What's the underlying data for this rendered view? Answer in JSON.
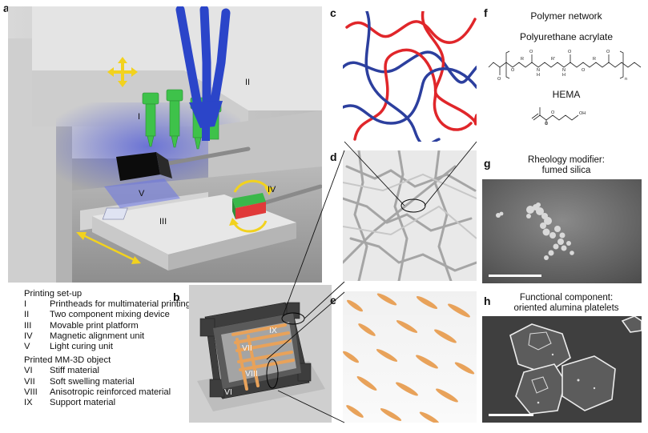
{
  "panels": {
    "a": "a",
    "b": "b",
    "c": "c",
    "d": "d",
    "e": "e",
    "f": "f",
    "g": "g",
    "h": "h"
  },
  "device_labels": {
    "I": "I",
    "II": "II",
    "III": "III",
    "IV": "IV",
    "V": "V"
  },
  "object_labels": {
    "VI": "VI",
    "VII": "VII",
    "VIII": "VIII",
    "IX": "IX"
  },
  "legend": {
    "setup_title": "Printing set-up",
    "setup_items": [
      {
        "num": "I",
        "text": "Printheads for multimaterial printing"
      },
      {
        "num": "II",
        "text": "Two component mixing device"
      },
      {
        "num": "III",
        "text": "Movable print platform"
      },
      {
        "num": "IV",
        "text": "Magnetic alignment unit"
      },
      {
        "num": "V",
        "text": "Light curing unit"
      }
    ],
    "object_title": "Printed MM-3D object",
    "object_items": [
      {
        "num": "VI",
        "text": "Stiff material"
      },
      {
        "num": "VII",
        "text": "Soft swelling material"
      },
      {
        "num": "VIII",
        "text": "Anisotropic reinforced material"
      },
      {
        "num": "IX",
        "text": "Support material"
      }
    ]
  },
  "chem": {
    "title": "Polymer network",
    "pua": "Polyurethane acrylate",
    "hema": "HEMA",
    "atoms": {
      "O": "O",
      "R": "R",
      "N": "N",
      "H": "H",
      "n": "n",
      "OH": "OH",
      "Rp": "R'"
    }
  },
  "captions": {
    "g_line1": "Rheology modifier:",
    "g_line2": "fumed silica",
    "h_line1": "Functional component:",
    "h_line2": "oriented alumina platelets"
  },
  "colors": {
    "red_polymer": "#e0262a",
    "blue_polymer": "#2c3f9e",
    "orange_platelet": "#e8a25a",
    "printhead_blue": "#2b45c9",
    "printhead_green": "#3ec24a",
    "magnet_red": "#e03a3a",
    "magnet_green": "#3ab84a",
    "arrow_yellow": "#f2d21e"
  }
}
